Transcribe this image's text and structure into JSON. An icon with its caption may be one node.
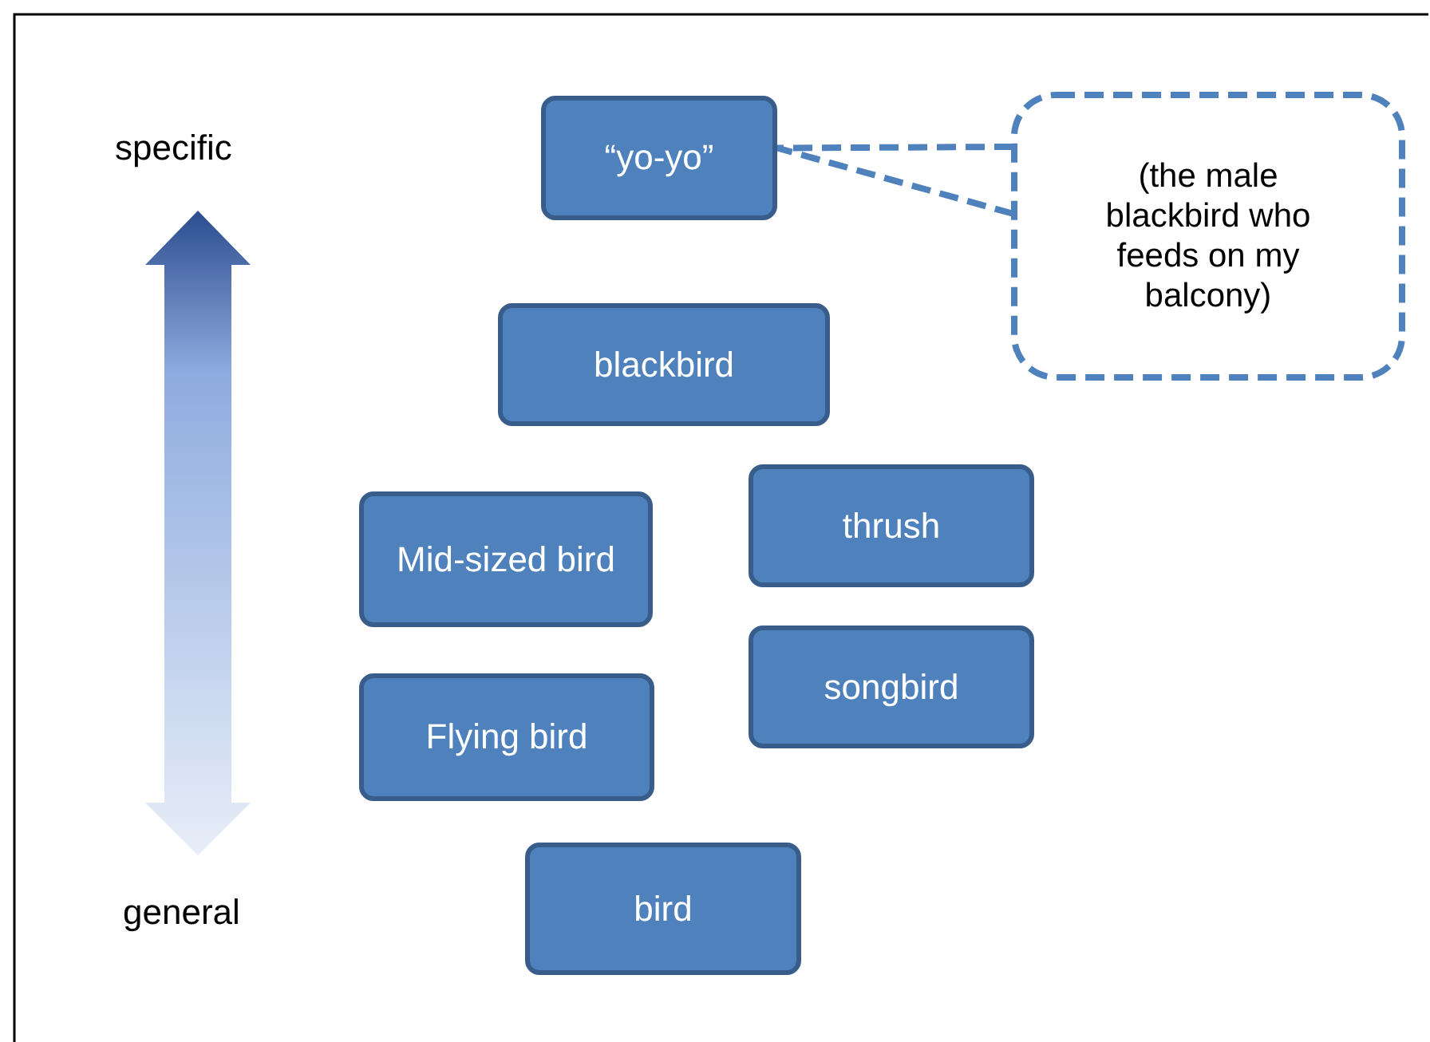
{
  "diagram": {
    "nodes": [
      {
        "text": [
          "“yo-yo”"
        ]
      },
      {
        "text": [
          "blackbird"
        ]
      },
      {
        "text": [
          "Mid-sized bird"
        ]
      },
      {
        "text": [
          "thrush"
        ]
      },
      {
        "text": [
          "Flying bird"
        ]
      },
      {
        "text": [
          "songbird"
        ]
      },
      {
        "text": [
          "bird"
        ]
      },
      {
        "text": [
          "(the male blackbird who feeds on my balcony)"
        ]
      }
    ],
    "edges": [
      {
        "from": 7,
        "to": 0,
        "arrow": "none",
        "style": "dashed"
      }
    ],
    "labels": [
      "specific",
      "general"
    ]
  }
}
